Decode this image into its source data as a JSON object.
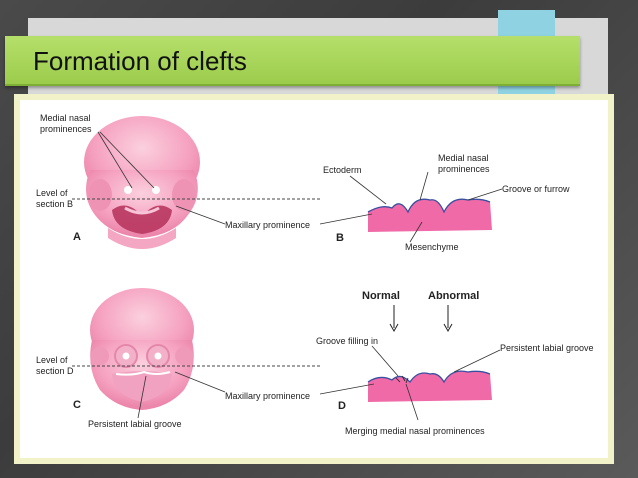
{
  "slide": {
    "title": "Formation of clefts"
  },
  "figure": {
    "panel_letters": {
      "a": "A",
      "b": "B",
      "c": "C",
      "d": "D"
    },
    "labels": {
      "medial_nasal_prominences_a_line1": "Medial nasal",
      "medial_nasal_prominences_a_line2": "prominences",
      "level_section_b_line1": "Level of",
      "level_section_b_line2": "section B",
      "maxillary_prominence_top": "Maxillary prominence",
      "ectoderm": "Ectoderm",
      "medial_nasal_prominences_b_line1": "Medial nasal",
      "medial_nasal_prominences_b_line2": "prominences",
      "groove_or_furrow": "Groove or furrow",
      "mesenchyme": "Mesenchyme",
      "normal": "Normal",
      "abnormal": "Abnormal",
      "groove_filling_in": "Groove filling in",
      "persistent_labial_groove_d": "Persistent labial groove",
      "level_section_d_line1": "Level of",
      "level_section_d_line2": "section D",
      "maxillary_prominence_bottom": "Maxillary prominence",
      "persistent_labial_groove_c": "Persistent labial groove",
      "merging_medial_nasal_prominences": "Merging medial nasal prominences"
    }
  },
  "colors": {
    "title_bar": "#a6d45a",
    "accent_cyan": "#8fd3e2",
    "tissue_pink": "#f06aa8",
    "embryo_pink": "#f7a6c4"
  }
}
